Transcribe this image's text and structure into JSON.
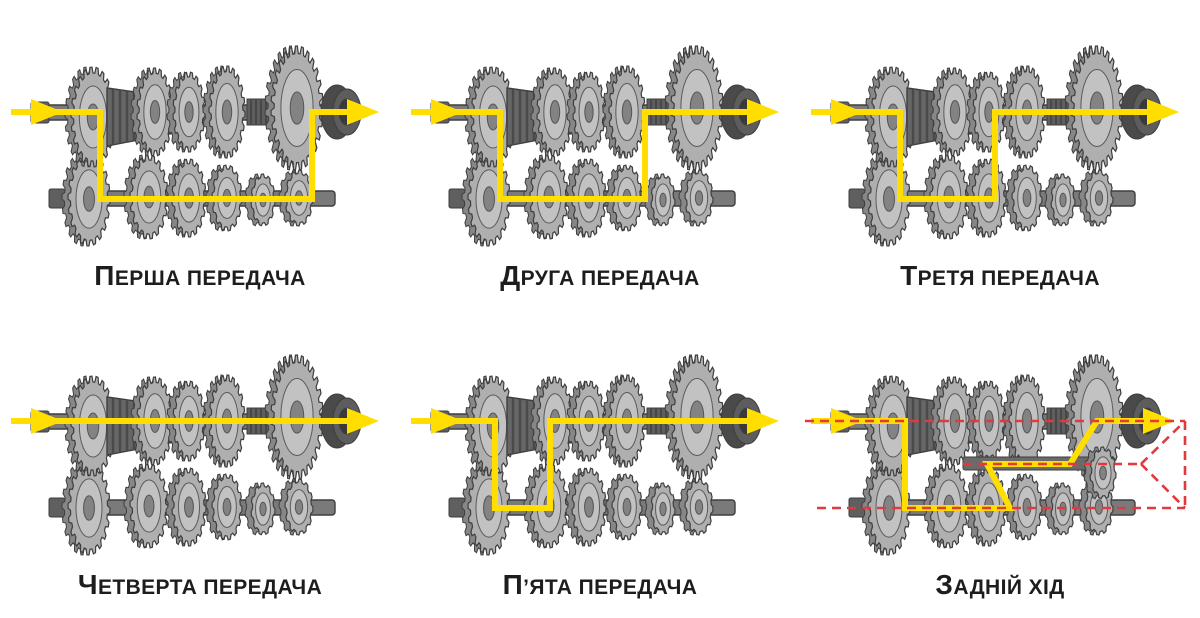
{
  "page": {
    "background": "#FFFFFF"
  },
  "colors": {
    "power_path": "#FFDE00",
    "reverse_overlay": "#E1393C",
    "gear_body": "#AFAFAF",
    "gear_face": "#C2C2C2",
    "gear_depth": "#878787",
    "shaft": "#7A7A7A",
    "cluster": "#666666",
    "outline": "#3E3E3E",
    "label_text": "#1D1D1D"
  },
  "diagram": {
    "panels": [
      {
        "id": "first-gear",
        "label": "Перша передача",
        "power_path": [
          [
            6,
            100
          ],
          [
            95,
            100
          ],
          [
            95,
            187
          ],
          [
            307,
            187
          ],
          [
            307,
            100
          ],
          [
            360,
            100
          ]
        ],
        "input_arrow": true,
        "output_arrow": true,
        "reverse_overlay": false
      },
      {
        "id": "second-gear",
        "label": "Друга передача",
        "power_path": [
          [
            6,
            100
          ],
          [
            95,
            100
          ],
          [
            95,
            187
          ],
          [
            240,
            187
          ],
          [
            240,
            100
          ],
          [
            360,
            100
          ]
        ],
        "input_arrow": true,
        "output_arrow": true,
        "reverse_overlay": false
      },
      {
        "id": "third-gear",
        "label": "Третя передача",
        "power_path": [
          [
            6,
            100
          ],
          [
            95,
            100
          ],
          [
            95,
            187
          ],
          [
            190,
            187
          ],
          [
            190,
            100
          ],
          [
            360,
            100
          ]
        ],
        "input_arrow": true,
        "output_arrow": true,
        "reverse_overlay": false
      },
      {
        "id": "fourth-gear",
        "label": "Четверта передача",
        "power_path": [
          [
            6,
            100
          ],
          [
            360,
            100
          ]
        ],
        "input_arrow": true,
        "output_arrow": true,
        "reverse_overlay": false
      },
      {
        "id": "fifth-gear",
        "label": "П’ята передача",
        "power_path": [
          [
            6,
            100
          ],
          [
            90,
            100
          ],
          [
            90,
            187
          ],
          [
            145,
            187
          ],
          [
            145,
            100
          ],
          [
            360,
            100
          ]
        ],
        "input_arrow": true,
        "output_arrow": true,
        "reverse_overlay": false
      },
      {
        "id": "reverse-gear",
        "label": "Задній хід",
        "power_path": [
          [
            6,
            100
          ],
          [
            100,
            100
          ],
          [
            100,
            187
          ],
          [
            205,
            187
          ],
          [
            182,
            143
          ],
          [
            265,
            143
          ],
          [
            292,
            100
          ],
          [
            356,
            100
          ]
        ],
        "input_arrow": true,
        "output_arrow": true,
        "reverse_overlay": true,
        "overlay_lines": [
          [
            0,
            100,
            380,
            100
          ],
          [
            12,
            187,
            380,
            187
          ],
          [
            158,
            143,
            336,
            143
          ],
          [
            336,
            143,
            380,
            100
          ],
          [
            336,
            143,
            380,
            187
          ],
          [
            380,
            100,
            380,
            187
          ]
        ]
      }
    ]
  }
}
